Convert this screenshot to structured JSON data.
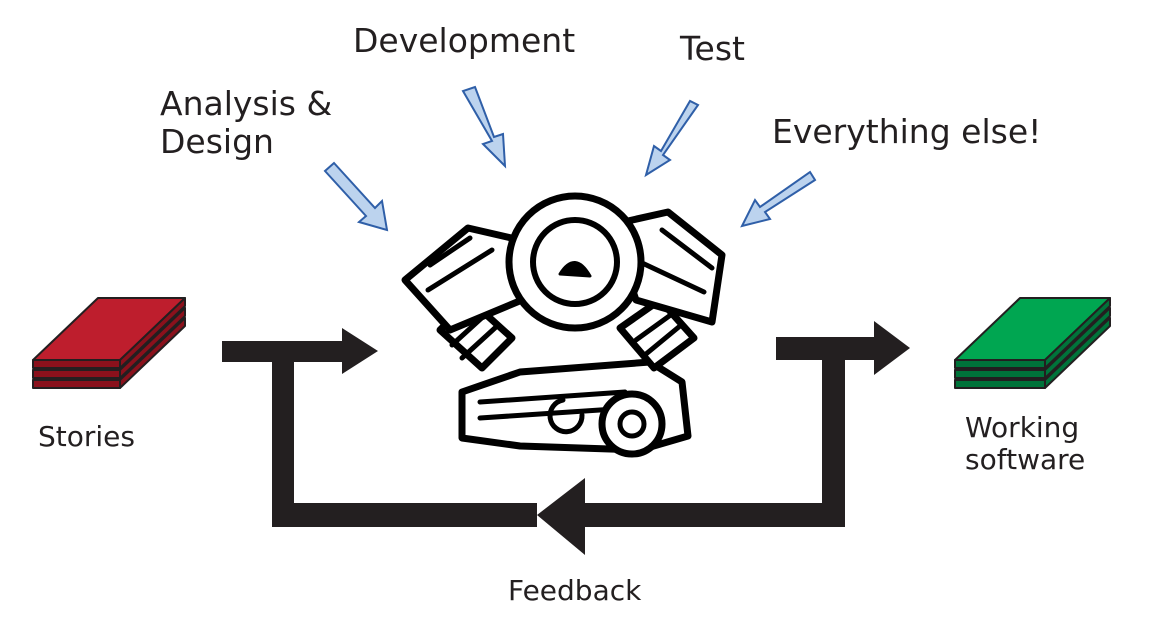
{
  "labels": {
    "analysis_design": "Analysis & Design",
    "analysis_line1": "Analysis &",
    "analysis_line2": "Design",
    "development": "Development",
    "test": "Test",
    "everything_else": "Everything else!",
    "stories": "Stories",
    "working_software": "Working software",
    "working_line1": "Working",
    "working_line2": "software",
    "feedback": "Feedback"
  },
  "colors": {
    "stories_stack": "#be1e2d",
    "working_stack": "#00a651",
    "input_arrow_fill": "#bcd3ee",
    "input_arrow_stroke": "#2f5fa8",
    "flow_arrows": "#231f20",
    "engine_outline": "#000000",
    "text": "#231f20"
  },
  "icons": {
    "stories_stack": "stacked-cards-icon",
    "engine": "v-twin-engine-icon",
    "working_stack": "stacked-cards-icon"
  }
}
